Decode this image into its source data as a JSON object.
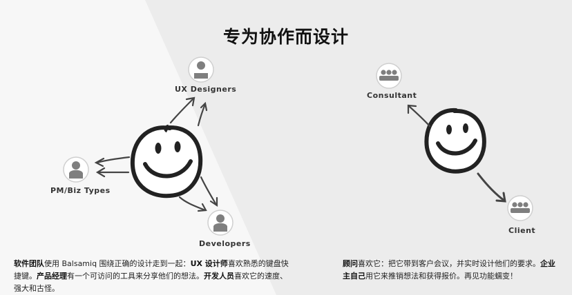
{
  "title": "专为协作而设计",
  "left_diagram": {
    "nodes": [
      {
        "label": "UX Designers",
        "icon": "person-icon"
      },
      {
        "label": "PM/Biz Types",
        "icon": "person-icon"
      },
      {
        "label": "Developers",
        "icon": "person-icon"
      }
    ]
  },
  "right_diagram": {
    "nodes": [
      {
        "label": "Consultant",
        "icon": "group-icon"
      },
      {
        "label": "Client",
        "icon": "group-icon"
      }
    ]
  },
  "left_text": {
    "s1": "软件团队",
    "s2": "使用 Balsamiq 围绕正确的设计走到一起：",
    "s3": "UX 设计师",
    "s4": "喜欢熟悉的键盘快捷键。",
    "s5": "产品经理",
    "s6": "有一个可访问的工具来分享他们的想法。",
    "s7": "开发人员",
    "s8": "喜欢它的速度、强大和古怪。"
  },
  "right_text": {
    "s1": "顾问",
    "s2": "喜欢它：把它带到客户会议，并实时设计他们的要求。",
    "s3": "企业主自己",
    "s4": "用它来推销想法和获得报价。再见功能蠕变！"
  },
  "colors": {
    "panel_light": "#f6f6f6",
    "panel_dark": "#e9e9e9",
    "ink": "#222222",
    "avatar": "#7f7f7f"
  }
}
